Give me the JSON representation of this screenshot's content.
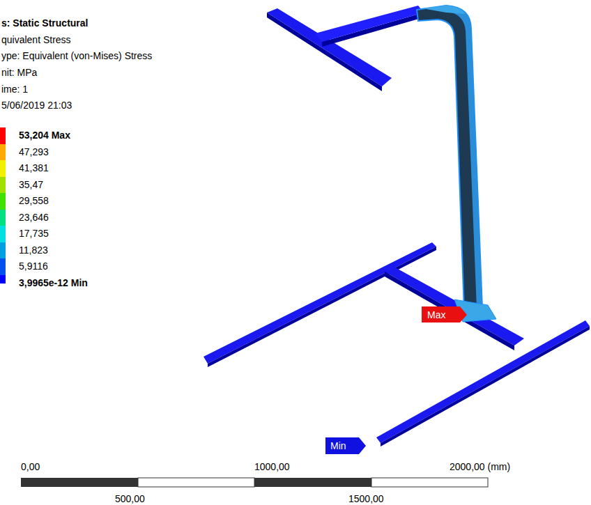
{
  "diagram": {
    "title": "s: Static Structural",
    "labels": [
      "quivalent Stress",
      "ype: Equivalent (von-Mises) Stress",
      "nit: MPa",
      "ime: 1",
      "5/06/2019 21:03",
      "Max",
      "Min",
      "0,00",
      "1000,00",
      "2000,00 (mm)",
      "500,00",
      "1500,00"
    ],
    "legend": [
      {
        "text": "53,204 Max",
        "color": "#ff0000"
      },
      {
        "text": "47,293",
        "color": "#ffaa00"
      },
      {
        "text": "41,381",
        "color": "#f0f000"
      },
      {
        "text": "35,47",
        "color": "#a0e000"
      },
      {
        "text": "29,558",
        "color": "#40e000"
      },
      {
        "text": "23,646",
        "color": "#00e080"
      },
      {
        "text": "17,735",
        "color": "#00e0e0"
      },
      {
        "text": "11,823",
        "color": "#00a0e0"
      },
      {
        "text": "5,9116",
        "color": "#0050f0"
      },
      {
        "text": "3,9965e-12 Min",
        "color": "#0000ff"
      }
    ]
  }
}
